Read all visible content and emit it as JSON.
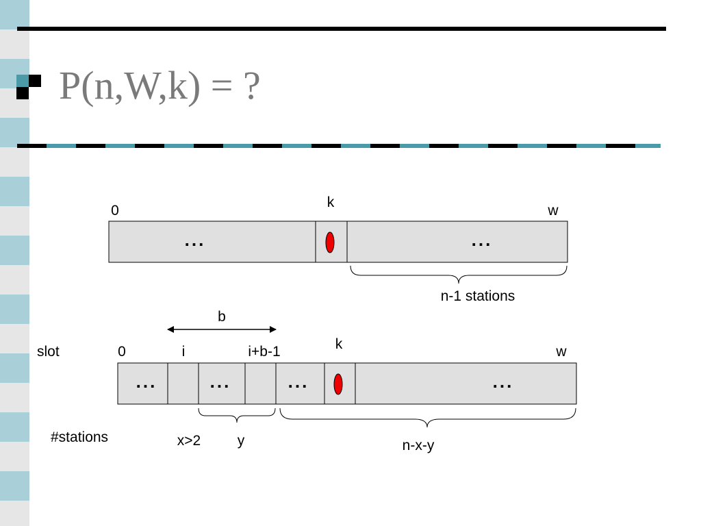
{
  "slide": {
    "title": "P(n,W,k) = ?"
  },
  "colors": {
    "strip_teal": "#a9cfd8",
    "strip_gray": "#e6e6e6",
    "rule_teal": "#4a9aa8",
    "slot_fill": "#e0e0e0",
    "marker_red": "#ee0000",
    "title_gray": "#7a7a7a"
  },
  "diagram_top": {
    "label_start": "0",
    "label_k": "k",
    "label_end": "w",
    "dots_left": "...",
    "dots_right": "...",
    "brace_label": "n-1 stations"
  },
  "diagram_bottom": {
    "row_label_slot": "slot",
    "row_label_stations": "#stations",
    "label_start": "0",
    "label_i": "i",
    "label_ib1": "i+b-1",
    "label_k": "k",
    "label_end": "w",
    "arrow_label": "b",
    "dots_1": "...",
    "dots_2": "...",
    "dots_3": "...",
    "dots_4": "...",
    "brace_x_label": "x>2",
    "brace_y_label": "y",
    "brace_rest_label": "n-x-y"
  }
}
